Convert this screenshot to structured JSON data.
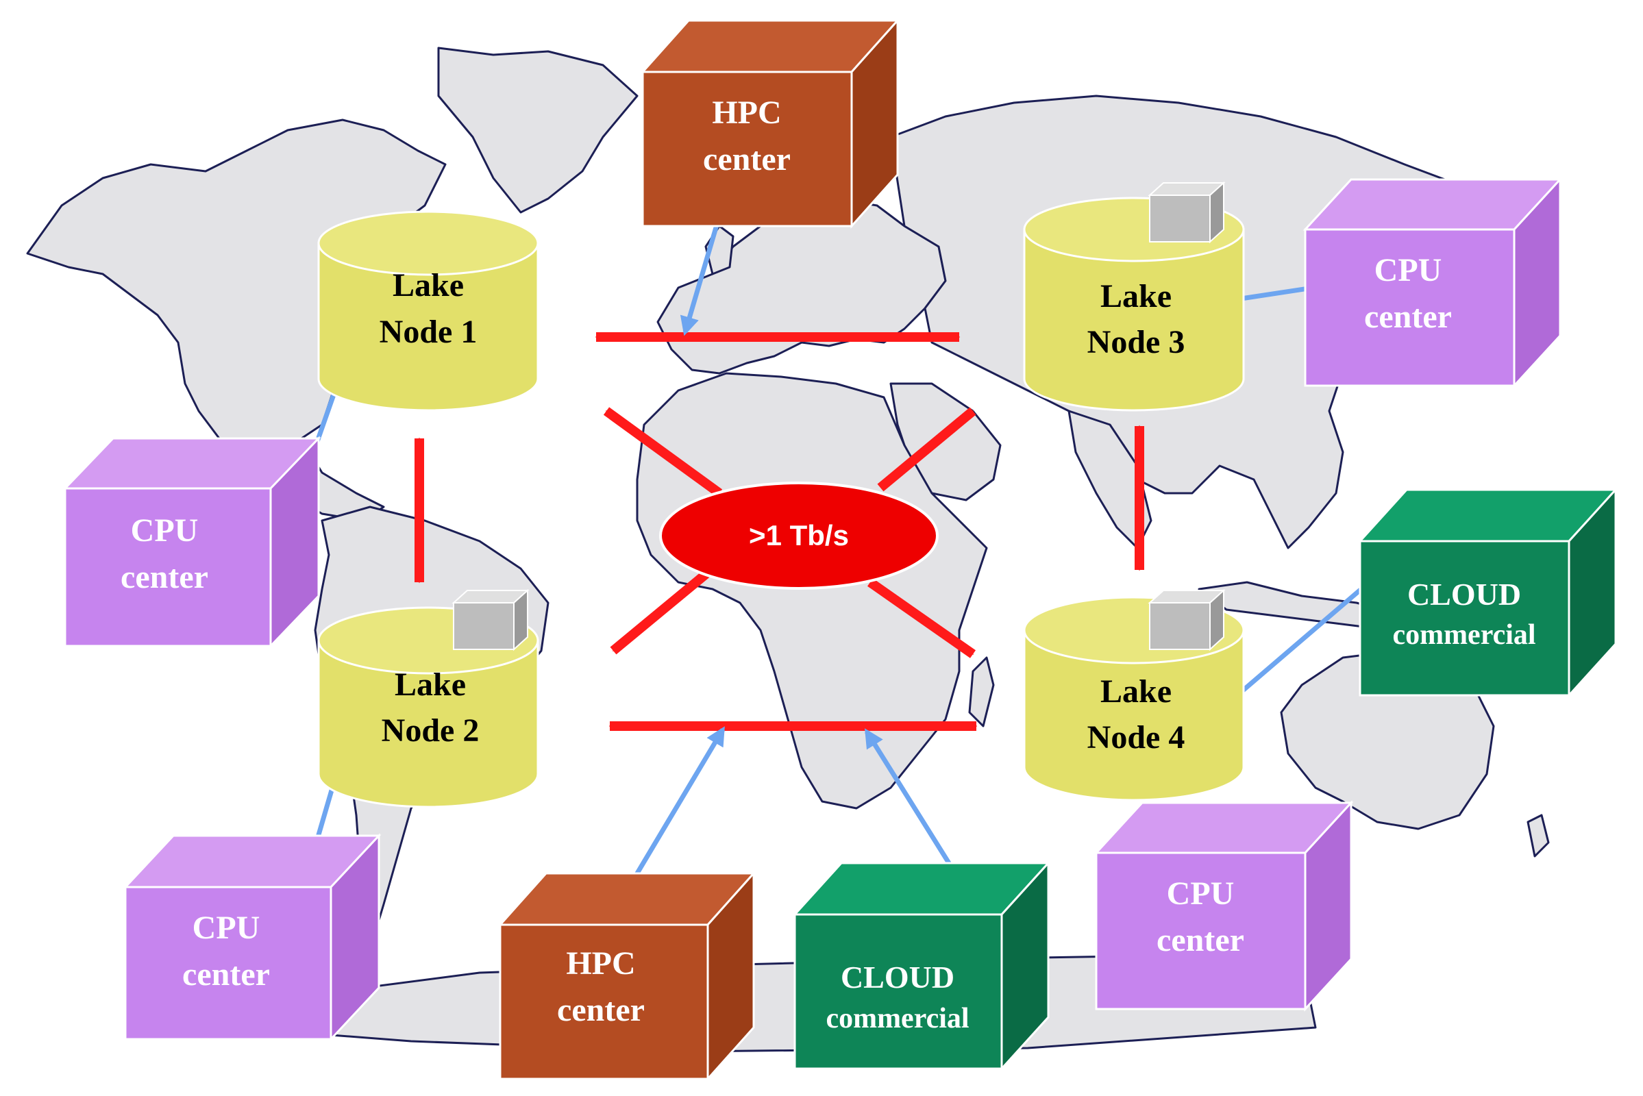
{
  "colors": {
    "background": "#ffffff",
    "land": "#e3e3e6",
    "coast": "#1c1f55",
    "border": "#2a2f60",
    "lake_node": "#e2e06a",
    "lake_node_top": "#e9e77e",
    "mini_cube": "#bdbdbd",
    "hpc": "#b44c22",
    "cpu": "#c684ee",
    "cloud": "#0e8557",
    "red_arrow": "#ff1a1a",
    "blue_arrow": "#6da5f0",
    "badge": "#ee0000",
    "node_text": "#000000",
    "box_text": "#ffffff"
  },
  "hub": {
    "label": ">1 Tb/s"
  },
  "lake_nodes": [
    {
      "line1": "Lake",
      "line2": "Node 1"
    },
    {
      "line1": "Lake",
      "line2": "Node 2"
    },
    {
      "line1": "Lake",
      "line2": "Node 3"
    },
    {
      "line1": "Lake",
      "line2": "Node 4"
    }
  ],
  "hpc_centers": [
    {
      "line1": "HPC",
      "line2": "center"
    },
    {
      "line1": "HPC",
      "line2": "center"
    }
  ],
  "cpu_centers": [
    {
      "line1": "CPU",
      "line2": "center"
    },
    {
      "line1": "CPU",
      "line2": "center"
    },
    {
      "line1": "CPU",
      "line2": "center"
    },
    {
      "line1": "CPU",
      "line2": "center"
    }
  ],
  "cloud_centers": [
    {
      "line1": "CLOUD",
      "line2": "commercial"
    },
    {
      "line1": "CLOUD",
      "line2": "commercial"
    }
  ]
}
